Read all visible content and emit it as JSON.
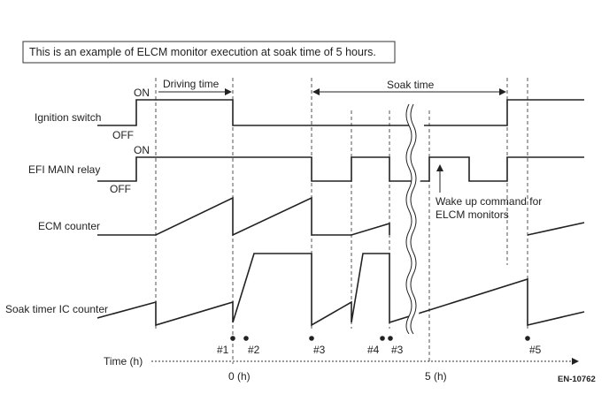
{
  "caption": "This is an example of ELCM monitor execution at soak time of 5 hours.",
  "signals": {
    "ignition_switch": "Ignition switch",
    "efi_main_relay": "EFI MAIN relay",
    "ecm_counter": "ECM counter",
    "soak_timer_ic_counter": "Soak timer IC counter"
  },
  "levels": {
    "on": "ON",
    "off": "OFF"
  },
  "spans": {
    "driving_time": "Driving time",
    "soak_time": "Soak time"
  },
  "annotation": {
    "line1": "Wake up command for",
    "line2": "ELCM monitors"
  },
  "axis": {
    "label": "Time (h)",
    "tick_0": "0 (h)",
    "tick_5": "5 (h)"
  },
  "event_markers": [
    "#1",
    "#2",
    "#3",
    "#4",
    "#3",
    "#5"
  ],
  "figure_id": "EN-10762"
}
